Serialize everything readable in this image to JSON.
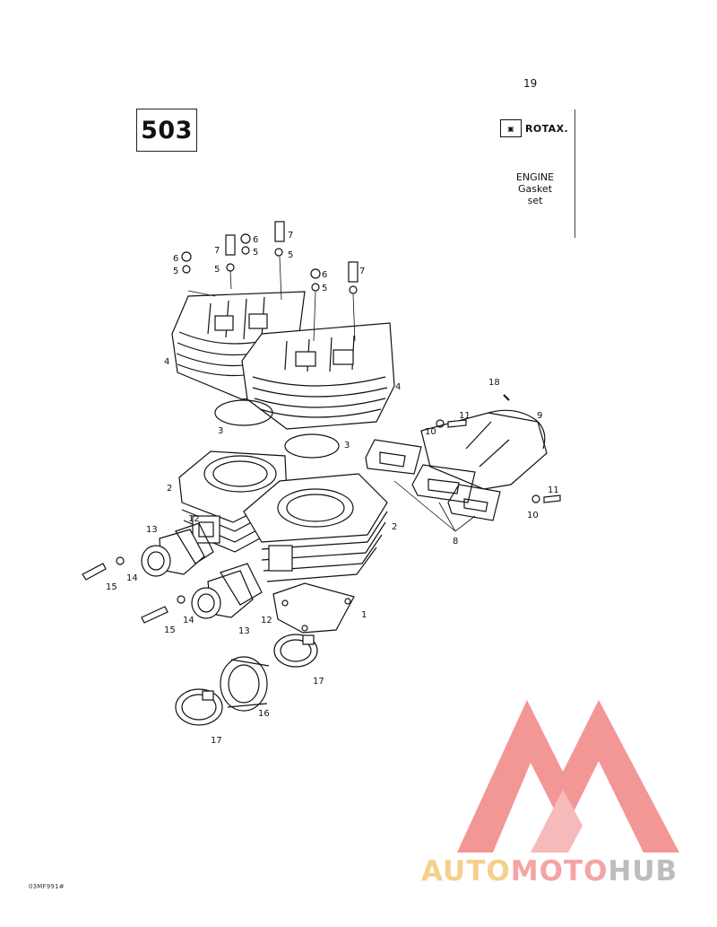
{
  "header": {
    "page_number": "19",
    "model": "503",
    "brand": "ROTAX.",
    "brand_icon": "rotax-logo-icon",
    "title_lines": [
      "ENGINE",
      "Gasket",
      "set"
    ]
  },
  "callouts": [
    {
      "id": "c1",
      "text": "1"
    },
    {
      "id": "c2a",
      "text": "2"
    },
    {
      "id": "c2b",
      "text": "2"
    },
    {
      "id": "c3a",
      "text": "3"
    },
    {
      "id": "c3b",
      "text": "3"
    },
    {
      "id": "c4a",
      "text": "4"
    },
    {
      "id": "c4b",
      "text": "4"
    },
    {
      "id": "c5a",
      "text": "5"
    },
    {
      "id": "c5b",
      "text": "5"
    },
    {
      "id": "c5c",
      "text": "5"
    },
    {
      "id": "c5d",
      "text": "5"
    },
    {
      "id": "c5e",
      "text": "5"
    },
    {
      "id": "c6a",
      "text": "6"
    },
    {
      "id": "c6b",
      "text": "6"
    },
    {
      "id": "c6c",
      "text": "6"
    },
    {
      "id": "c7a",
      "text": "7"
    },
    {
      "id": "c7b",
      "text": "7"
    },
    {
      "id": "c7c",
      "text": "7"
    },
    {
      "id": "c8",
      "text": "8"
    },
    {
      "id": "c9",
      "text": "9"
    },
    {
      "id": "c10a",
      "text": "10"
    },
    {
      "id": "c10b",
      "text": "10"
    },
    {
      "id": "c11a",
      "text": "11"
    },
    {
      "id": "c11b",
      "text": "11"
    },
    {
      "id": "c12a",
      "text": "12"
    },
    {
      "id": "c12b",
      "text": "12"
    },
    {
      "id": "c13a",
      "text": "13"
    },
    {
      "id": "c13b",
      "text": "13"
    },
    {
      "id": "c14a",
      "text": "14"
    },
    {
      "id": "c14b",
      "text": "14"
    },
    {
      "id": "c15a",
      "text": "15"
    },
    {
      "id": "c15b",
      "text": "15"
    },
    {
      "id": "c16",
      "text": "16"
    },
    {
      "id": "c17a",
      "text": "17"
    },
    {
      "id": "c17b",
      "text": "17"
    },
    {
      "id": "c18",
      "text": "18"
    }
  ],
  "footer": {
    "drawing_code": "03MF991#"
  },
  "watermark": {
    "part1": "AUTO",
    "part2": "MOTO",
    "part3": "HUB",
    "colors": {
      "auto": "#f5d08a",
      "moto": "#f4a4a4",
      "hub": "#bdbdbd",
      "logo": "#f28b8b"
    }
  }
}
